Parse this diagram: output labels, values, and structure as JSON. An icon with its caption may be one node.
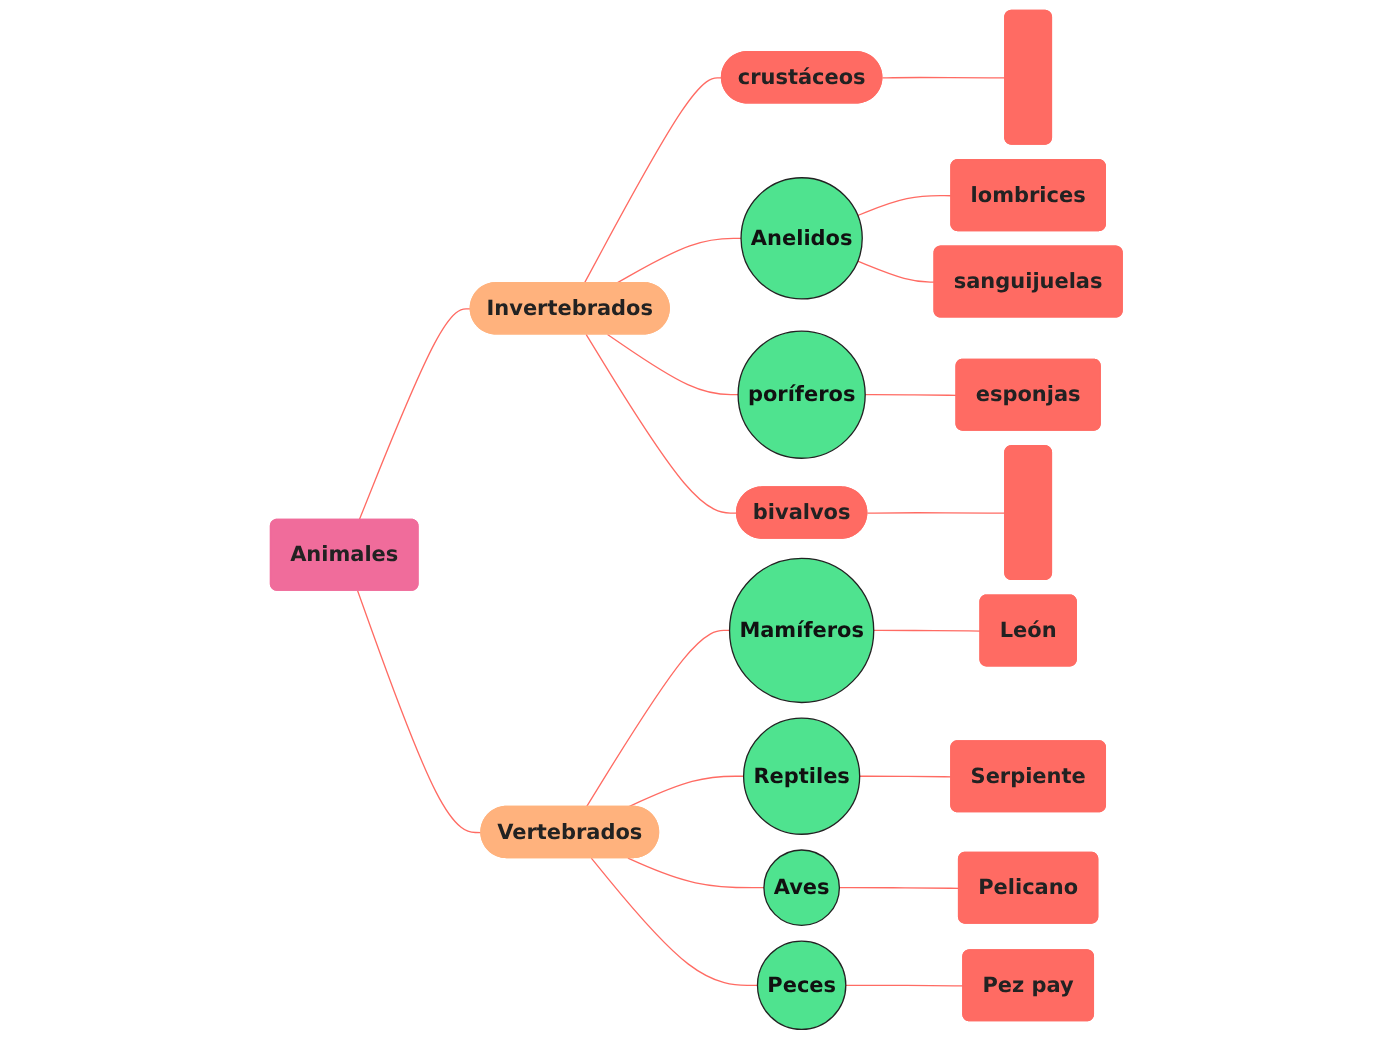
{
  "diagram": {
    "nodes": [
      {
        "text": [
          "Animales"
        ]
      },
      {
        "text": [
          "Invertebrados"
        ]
      },
      {
        "text": [
          "Vertebrados"
        ]
      },
      {
        "text": [
          "crustáceos"
        ]
      },
      {
        "text": [],
        "shape": "box"
      },
      {
        "text": [
          "Anelidos"
        ]
      },
      {
        "text": [
          "lombrices"
        ]
      },
      {
        "text": [
          "sanguijuelas"
        ]
      },
      {
        "text": [
          "poríferos"
        ]
      },
      {
        "text": [
          "esponjas"
        ]
      },
      {
        "text": [
          "bivalvos"
        ]
      },
      {
        "text": [],
        "shape": "box"
      },
      {
        "text": [
          "Mamíferos"
        ]
      },
      {
        "text": [
          "León"
        ]
      },
      {
        "text": [
          "Reptiles"
        ]
      },
      {
        "text": [
          "Serpiente"
        ]
      },
      {
        "text": [
          "Aves"
        ]
      },
      {
        "text": [
          "Pelicano"
        ]
      },
      {
        "text": [
          "Peces"
        ]
      },
      {
        "text": [
          "Pez pay"
        ]
      }
    ],
    "edges": [
      {
        "from": 0,
        "to": 1,
        "arrow": "none"
      },
      {
        "from": 0,
        "to": 2,
        "arrow": "none"
      },
      {
        "from": 1,
        "to": 3,
        "arrow": "none"
      },
      {
        "from": 3,
        "to": 4,
        "arrow": "none"
      },
      {
        "from": 1,
        "to": 5,
        "arrow": "none"
      },
      {
        "from": 5,
        "to": 6,
        "arrow": "none"
      },
      {
        "from": 5,
        "to": 7,
        "arrow": "none"
      },
      {
        "from": 1,
        "to": 8,
        "arrow": "none"
      },
      {
        "from": 8,
        "to": 9,
        "arrow": "none"
      },
      {
        "from": 1,
        "to": 10,
        "arrow": "none"
      },
      {
        "from": 10,
        "to": 11,
        "arrow": "none"
      },
      {
        "from": 2,
        "to": 12,
        "arrow": "none"
      },
      {
        "from": 12,
        "to": 13,
        "arrow": "none"
      },
      {
        "from": 2,
        "to": 14,
        "arrow": "none"
      },
      {
        "from": 14,
        "to": 15,
        "arrow": "none"
      },
      {
        "from": 2,
        "to": 16,
        "arrow": "none"
      },
      {
        "from": 16,
        "to": 17,
        "arrow": "none"
      },
      {
        "from": 2,
        "to": 18,
        "arrow": "none"
      },
      {
        "from": 18,
        "to": 19,
        "arrow": "none"
      }
    ]
  }
}
